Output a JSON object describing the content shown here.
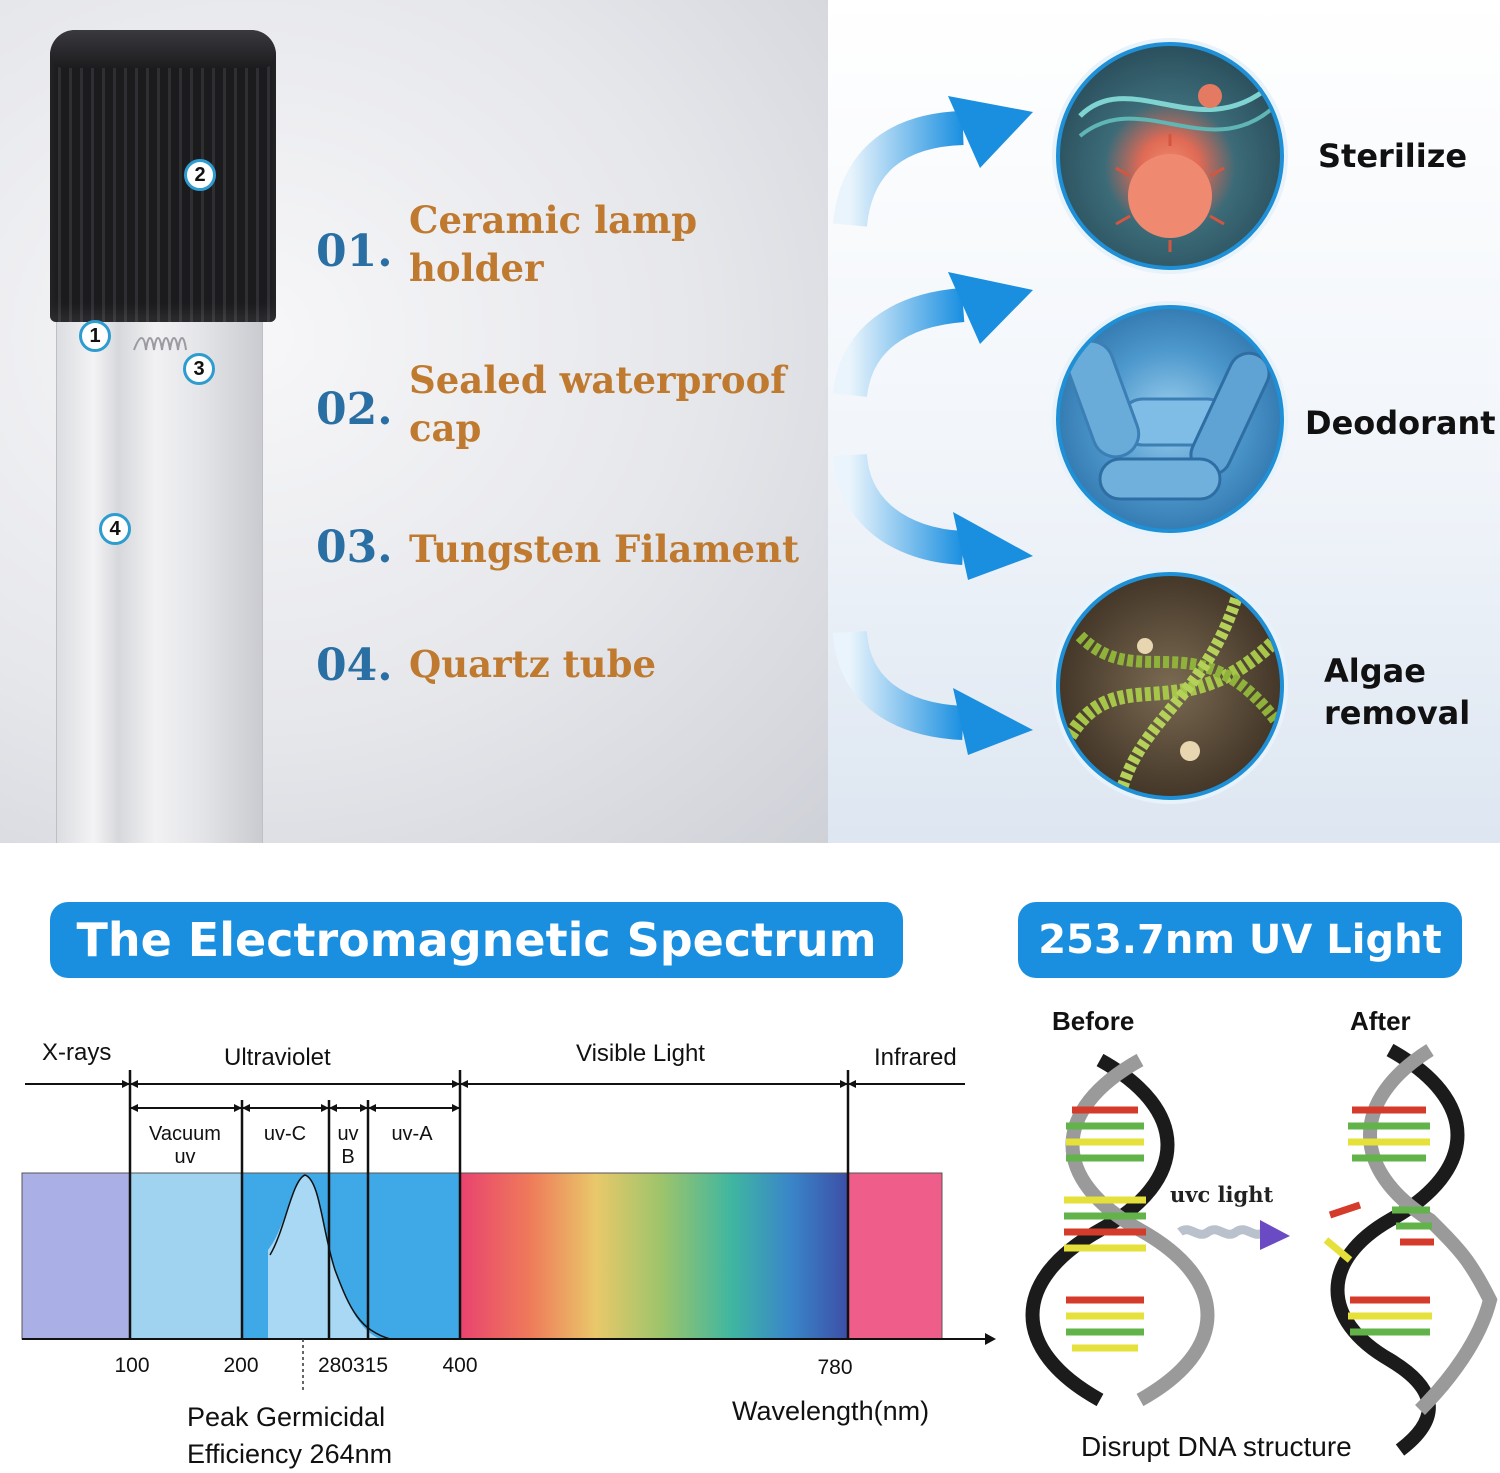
{
  "badges": [
    "1",
    "2",
    "3",
    "4"
  ],
  "specs": [
    {
      "num": "01.",
      "line1": "Ceramic lamp",
      "line2": "holder"
    },
    {
      "num": "02.",
      "line1": "Sealed waterproof",
      "line2": "cap"
    },
    {
      "num": "03.",
      "line1": "Tungsten Filament",
      "line2": ""
    },
    {
      "num": "04.",
      "line1": "Quartz tube",
      "line2": ""
    }
  ],
  "functions": [
    {
      "line1": "Sterilize",
      "line2": ""
    },
    {
      "line1": "Deodorant",
      "line2": ""
    },
    {
      "line1": "Algae",
      "line2": "removal"
    }
  ],
  "spectrum": {
    "title": "The Electromagnetic Spectrum",
    "regions": {
      "xrays": "X-rays",
      "ultraviolet": "Ultraviolet",
      "visible": "Visible Light",
      "infrared": "Infrared"
    },
    "sub_bands": {
      "vacuum1": "Vacuum",
      "vacuum2": "uv",
      "uvc": "uv-C",
      "uvb1": "uv",
      "uvb2": "B",
      "uva": "uv-A"
    },
    "ticks": [
      "100",
      "200",
      "280315",
      "400",
      "780"
    ],
    "xlabel": "Wavelength(nm)",
    "peak_line1": "Peak Germicidal",
    "peak_line2": "Efficiency 264nm"
  },
  "uv": {
    "title": "253.7nm UV Light",
    "before": "Before",
    "after": "After",
    "arrow_label": "uvc light",
    "caption": "Disrupt DNA structure"
  },
  "colors": {
    "accent_blue": "#1a8fe0",
    "spec_number": "#2a6fa3",
    "spec_text": "#bf7a2f"
  }
}
